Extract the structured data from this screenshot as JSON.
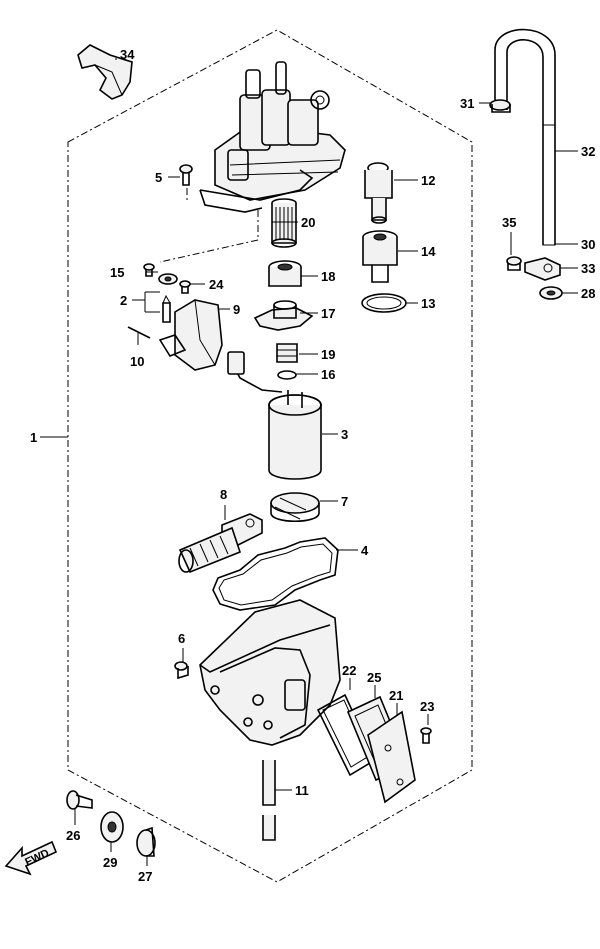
{
  "callouts": [
    "1",
    "2",
    "3",
    "4",
    "5",
    "6",
    "7",
    "8",
    "9",
    "10",
    "11",
    "12",
    "13",
    "14",
    "15",
    "16",
    "17",
    "18",
    "19",
    "20",
    "21",
    "22",
    "23",
    "24",
    "25",
    "26",
    "27",
    "28",
    "29",
    "30",
    "31",
    "32",
    "33",
    "34",
    "35"
  ],
  "fwd_label": "FWD"
}
